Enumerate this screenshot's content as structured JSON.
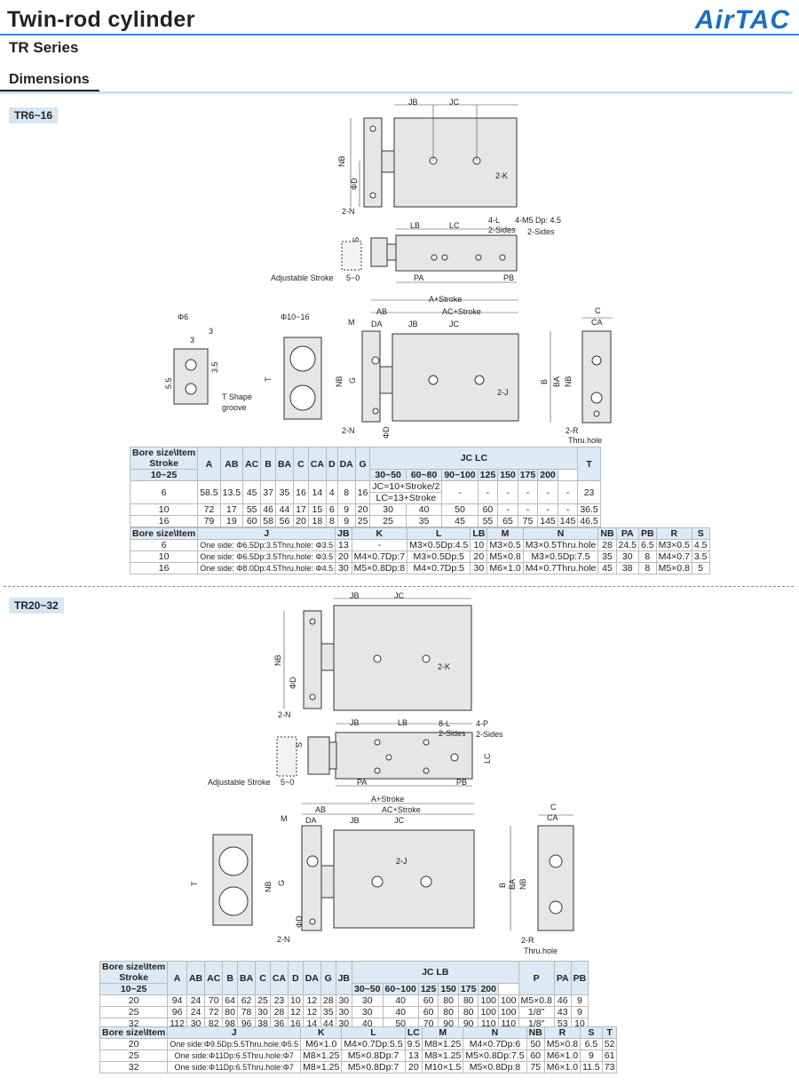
{
  "header": {
    "title": "Twin-rod cylinder",
    "series": "TR Series",
    "brand": "AirTAC",
    "section": "Dimensions"
  },
  "s1": {
    "tag": "TR6~16"
  },
  "s2": {
    "tag": "TR20~32"
  },
  "labels": {
    "jb": "JB",
    "jc": "JC",
    "nb": "NB",
    "phid": "ΦD",
    "n2": "2-N",
    "k2": "2-K",
    "s": "S",
    "lb": "LB",
    "lc": "LC",
    "l4": "4-L",
    "sides2": "2-Sides",
    "m5": "4-M5 Dp: 4.5",
    "m5sides": "2-Sides",
    "adj": "Adjustable Stroke",
    "stroke": "5~0",
    "pa": "PA",
    "pb": "PB",
    "phi6": "Φ6",
    "phi1016": "Φ10~16",
    "three": "3",
    "three2": "3",
    "t35": "3.5",
    "t55": "5.5",
    "tshape": "T Shape",
    "groove": "groove",
    "t": "T",
    "astroke": "A+Stroke",
    "acstroke": "AC+Stroke",
    "ab": "AB",
    "da": "DA",
    "m": "M",
    "g": "G",
    "j2": "2-J",
    "c": "C",
    "ca": "CA",
    "b": "B",
    "ba": "BA",
    "r2": "2-R",
    "thru": "Thru.hole",
    "l8": "8-L",
    "p4": "4-P",
    "thru2": "Thru.hole"
  },
  "t1": {
    "h": [
      "Bore size\\Item",
      "A",
      "AB",
      "AC",
      "B",
      "BA",
      "C",
      "CA",
      "D",
      "DA",
      "G",
      "JC LC",
      "T"
    ],
    "stroke": "Stroke",
    "sub": [
      "10~25",
      "30~50",
      "60~80",
      "90~100",
      "125",
      "150",
      "175",
      "200"
    ],
    "r6": [
      "6",
      "58.5",
      "13.5",
      "45",
      "37",
      "35",
      "16",
      "14",
      "4",
      "8",
      "16"
    ],
    "r6a": "JC=10+Stroke/2",
    "r6b": "LC=13+Stroke",
    "r6rest": [
      "-",
      "-",
      "-",
      "-",
      "-",
      "-",
      "23"
    ],
    "rows": [
      [
        "10",
        "72",
        "17",
        "55",
        "46",
        "44",
        "17",
        "15",
        "6",
        "9",
        "20",
        "30",
        "40",
        "50",
        "60",
        "-",
        "-",
        "-",
        "-",
        "36.5"
      ],
      [
        "16",
        "79",
        "19",
        "60",
        "58",
        "56",
        "20",
        "18",
        "8",
        "9",
        "25",
        "25",
        "35",
        "45",
        "55",
        "65",
        "75",
        "145",
        "145",
        "46.5"
      ]
    ]
  },
  "t2": {
    "h": [
      "Bore size\\Item",
      "J",
      "JB",
      "K",
      "L",
      "LB",
      "M",
      "N",
      "NB",
      "PA",
      "PB",
      "R",
      "S"
    ],
    "rows": [
      [
        "6",
        "One side: Φ6.5Dp:3.5Thru.hole: Φ3.5",
        "13",
        "-",
        "M3×0.5Dp:4.5",
        "10",
        "M3×0.5",
        "M3×0.5Thru.hole",
        "28",
        "24.5",
        "6.5",
        "M3×0.5",
        "4.5"
      ],
      [
        "10",
        "One side: Φ6.5Dp:3.5Thru.hole: Φ3.5",
        "20",
        "M4×0.7Dp:7",
        "M3×0.5Dp:5",
        "20",
        "M5×0.8",
        "M3×0.5Dp:7.5",
        "35",
        "30",
        "8",
        "M4×0.7",
        "3.5"
      ],
      [
        "16",
        "One side: Φ8.0Dp:4.5Thru.hole: Φ4.5",
        "30",
        "M5×0.8Dp:8",
        "M4×0.7Dp:5",
        "30",
        "M6×1.0",
        "M4×0.7Thru.hole",
        "45",
        "38",
        "8",
        "M5×0.8",
        "5"
      ]
    ]
  },
  "t3": {
    "h": [
      "Bore size\\Item",
      "A",
      "AB",
      "AC",
      "B",
      "BA",
      "C",
      "CA",
      "D",
      "DA",
      "G",
      "JB",
      "JC LB",
      "P",
      "PA",
      "PB"
    ],
    "stroke": "Stroke",
    "sub": [
      "10~25",
      "30~50",
      "60~100",
      "125",
      "150",
      "175",
      "200"
    ],
    "rows": [
      [
        "20",
        "94",
        "24",
        "70",
        "64",
        "62",
        "25",
        "23",
        "10",
        "12",
        "28",
        "30",
        "30",
        "40",
        "60",
        "80",
        "80",
        "100",
        "100",
        "M5×0.8",
        "46",
        "9"
      ],
      [
        "25",
        "96",
        "24",
        "72",
        "80",
        "78",
        "30",
        "28",
        "12",
        "12",
        "35",
        "30",
        "30",
        "40",
        "60",
        "80",
        "80",
        "100",
        "100",
        "1/8\"",
        "43",
        "9"
      ],
      [
        "32",
        "112",
        "30",
        "82",
        "98",
        "96",
        "38",
        "36",
        "16",
        "14",
        "44",
        "30",
        "40",
        "50",
        "70",
        "90",
        "90",
        "110",
        "110",
        "1/8\"",
        "53",
        "10"
      ]
    ]
  },
  "t4": {
    "h": [
      "Bore size\\Item",
      "J",
      "K",
      "L",
      "LC",
      "M",
      "N",
      "NB",
      "R",
      "S",
      "T"
    ],
    "rows": [
      [
        "20",
        "One side:Φ9.5Dp:5.5Thru.hole:Φ5.5",
        "M6×1.0",
        "M4×0.7Dp:5.5",
        "9.5",
        "M8×1.25",
        "M4×0.7Dp:6",
        "50",
        "M5×0.8",
        "6.5",
        "52"
      ],
      [
        "25",
        "One side:Φ11Dp:6.5Thru.hole:Φ7",
        "M8×1.25",
        "M5×0.8Dp:7",
        "13",
        "M8×1.25",
        "M5×0.8Dp:7.5",
        "60",
        "M6×1.0",
        "9",
        "61"
      ],
      [
        "32",
        "One side:Φ11Dp:6.5Thru.hole:Φ7",
        "M8×1.25",
        "M5×0.8Dp:7",
        "20",
        "M10×1.5",
        "M5×0.8Dp:8",
        "75",
        "M6×1.0",
        "11.5",
        "73"
      ]
    ]
  }
}
